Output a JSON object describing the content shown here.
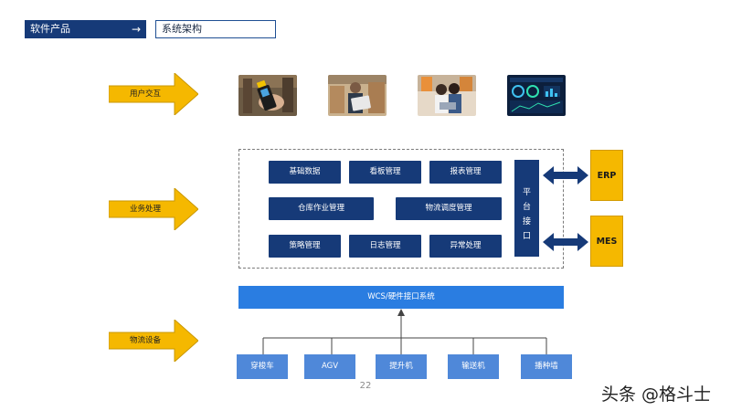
{
  "header": {
    "breadcrumb_parent": "软件产品",
    "breadcrumb_arrow": "→",
    "breadcrumb_current": "系统架构"
  },
  "layers": {
    "user": "用户交互",
    "business": "业务处理",
    "equipment": "物流设备"
  },
  "modules": {
    "basic_data": "基础数据",
    "dashboard": "看板管理",
    "report": "报表管理",
    "warehouse_ops": "仓库作业管理",
    "logistics_dispatch": "物流调度管理",
    "strategy": "策略管理",
    "log": "日志管理",
    "exception": "异常处理"
  },
  "platform": [
    "平",
    "台",
    "接",
    "口"
  ],
  "external": {
    "erp": "ERP",
    "mes": "MES"
  },
  "wcs": "WCS/硬件接口系统",
  "devices": [
    "穿梭车",
    "AGV",
    "提升机",
    "输送机",
    "播种墙"
  ],
  "page_number": "22",
  "watermark": "头条 @格斗士",
  "colors": {
    "navy": "#163a78",
    "blue": "#2a7de1",
    "light_blue": "#4f88d9",
    "yellow": "#f5b800"
  },
  "icons": [
    "arrow-right-icon",
    "double-arrow-icon",
    "connector-arrow-icon"
  ]
}
